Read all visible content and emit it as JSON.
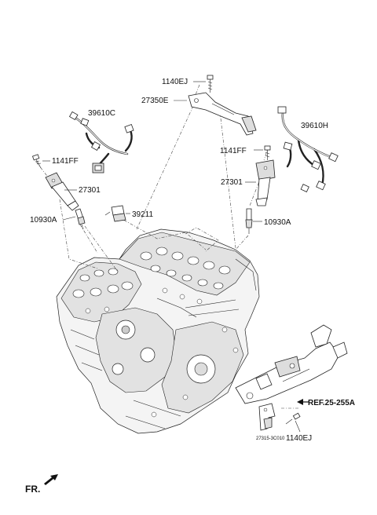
{
  "labels": {
    "bolt_top": "1140EJ",
    "bracket": "27350E",
    "harness_left": "39610C",
    "harness_right": "39610H",
    "bolt_left": "1141FF",
    "bolt_right": "1141FF",
    "coil_left": "27301",
    "coil_right": "27301",
    "plug_left": "10930A",
    "plug_right": "10930A",
    "sensor": "39211",
    "ref": "REF.25-255A",
    "bolt_bottom": "1140EJ",
    "part_code": "27315-3C010",
    "front": "FR."
  }
}
